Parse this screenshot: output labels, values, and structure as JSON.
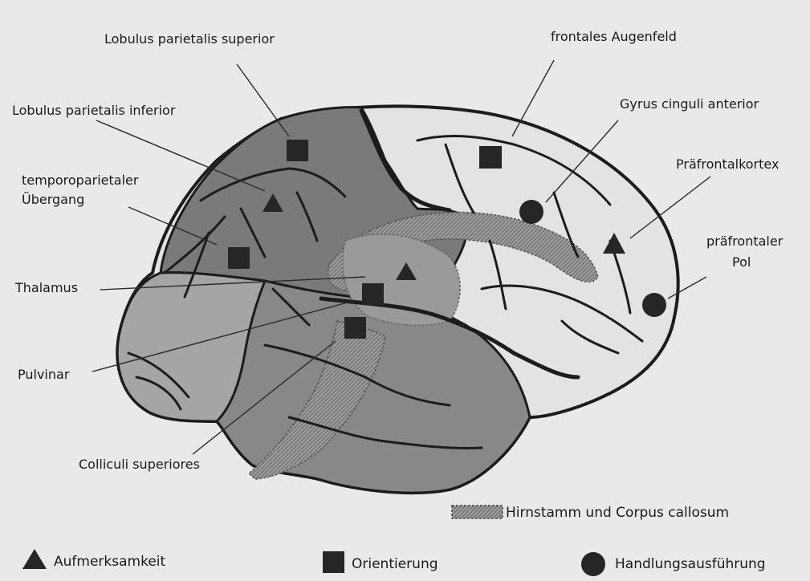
{
  "labels": {
    "lobulus_parietalis_superior": "Lobulus parietalis superior",
    "lobulus_parietalis_inferior": "Lobulus parietalis inferior",
    "temporoparietaler_line1": "temporoparietaler",
    "temporoparietaler_line2": "Übergang",
    "thalamus": "Thalamus",
    "pulvinar": "Pulvinar",
    "colliculi_superiores": "Colliculi superiores",
    "frontales_augenfeld": "frontales Augenfeld",
    "gyrus_cinguli_anterior": "Gyrus cinguli anterior",
    "praefrontalkortex": "Präfrontalkortex",
    "praefrontaler_line1": "präfrontaler",
    "praefrontaler_line2": "Pol"
  },
  "legend": {
    "hirnstamm": "Hirnstamm und Corpus callosum",
    "aufmerksamkeit": "Aufmerksamkeit",
    "orientierung": "Orientierung",
    "handlungsausfuehrung": "Handlungsausführung"
  },
  "colors": {
    "background": "#e9e9e9",
    "frontal_region": "#e3e3e3",
    "parietal_region": "#7a7a7a",
    "occipital_region": "#a5a5a5",
    "temporal_region": "#888888",
    "brainstem": "#8e8e8e",
    "corpus_callosum": "#a9a9a9",
    "markers": "#262626"
  },
  "marker_types": {
    "triangle": "aufmerksamkeit",
    "square": "orientierung",
    "circle": "handlungsausfuehrung"
  }
}
